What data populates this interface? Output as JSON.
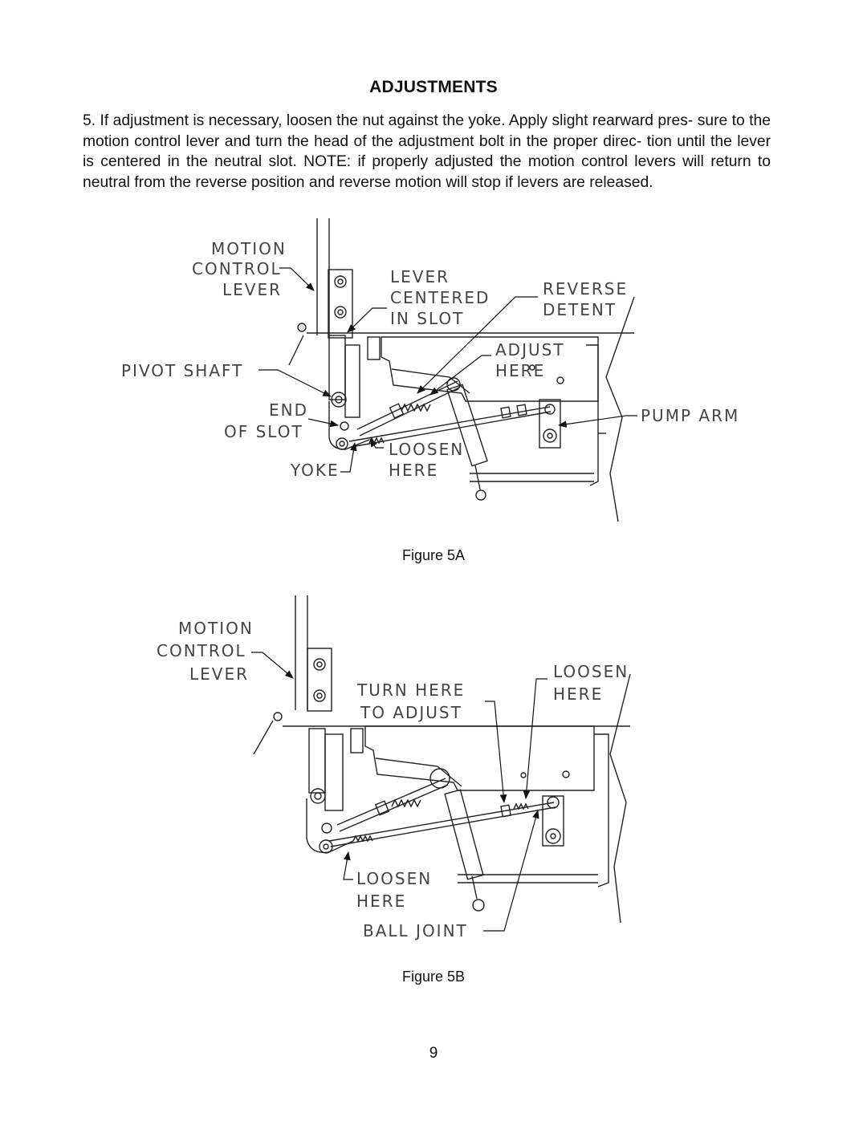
{
  "section": {
    "heading": "ADJUSTMENTS"
  },
  "paragraph": "5. If adjustment is necessary, loosen the nut against the yoke.  Apply slight  rearward pres- sure to the motion control lever and turn the head of the adjustment bolt in the proper direc- tion until the lever is centered in the neutral slot.  NOTE: if properly adjusted the motion control levers will return to neutral from the reverse position and reverse motion will stop if levers are released.",
  "figure_a": {
    "caption": "Figure 5A",
    "labels": {
      "motion": "MOTION",
      "control": "CONTROL",
      "lever": "LEVER",
      "lever_centered_1": "LEVER",
      "lever_centered_2": "CENTERED",
      "lever_centered_3": "IN SLOT",
      "reverse_1": "REVERSE",
      "reverse_2": "DETENT",
      "adjust_1": "ADJUST",
      "adjust_2": "HERE",
      "pivot_shaft": "PIVOT SHAFT",
      "end_1": "END",
      "end_2": "OF SLOT",
      "pump_arm": "PUMP ARM",
      "loosen_1": "LOOSEN",
      "loosen_2": "HERE",
      "yoke": "YOKE"
    }
  },
  "figure_b": {
    "caption": "Figure 5B",
    "labels": {
      "motion": "MOTION",
      "control": "CONTROL",
      "lever": "LEVER",
      "turn_1": "TURN HERE",
      "turn_2": "TO ADJUST",
      "loosen_top_1": "LOOSEN",
      "loosen_top_2": "HERE",
      "loosen_bottom_1": "LOOSEN",
      "loosen_bottom_2": "HERE",
      "ball_joint": "BALL JOINT"
    }
  },
  "page_number": "9"
}
